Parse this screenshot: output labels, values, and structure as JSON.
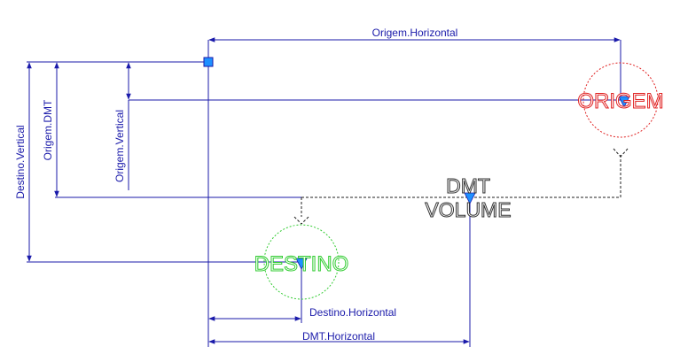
{
  "labels": {
    "origem_horizontal": "Origem.Horizontal",
    "origem_dmt": "Origem.DMT",
    "origem_vertical": "Origem.Vertical",
    "destino_vertical": "Destino.Vertical",
    "destino_horizontal": "Destino.Horizontal",
    "dmt_horizontal": "DMT.Horizontal",
    "origem": "ORIGEM",
    "destino": "DESTINO",
    "dmt": "DMT",
    "volume": "VOLUME"
  },
  "colors": {
    "dimension": "#1a1aaa",
    "origem": "#e02020",
    "destino": "#33cc33",
    "marker": "#1e90ff",
    "dashed": "#222222"
  }
}
